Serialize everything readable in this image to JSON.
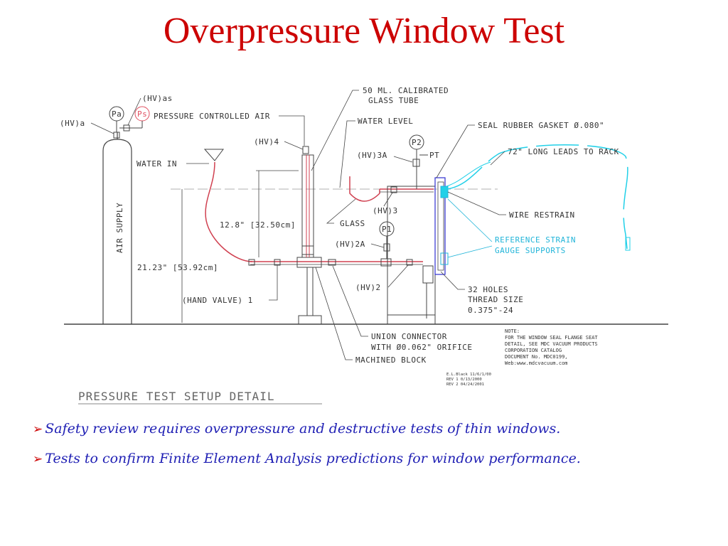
{
  "slide": {
    "title": "Overpressure Window Test"
  },
  "diagram": {
    "caption": "PRESSURE TEST SETUP DETAIL",
    "labels": {
      "hv_as": "(HV)as",
      "pa": "Pa",
      "ps": "Ps",
      "hv_a": "(HV)a",
      "pressure_controlled_air": "PRESSURE CONTROLLED AIR",
      "calibrated_tube_1": "50 ML. CALIBRATED",
      "calibrated_tube_2": "GLASS TUBE",
      "water_level": "WATER LEVEL",
      "seal_rubber_gasket": "SEAL RUBBER GASKET Ø.080\"",
      "hv4": "(HV)4",
      "p2": "P2",
      "pt": "PT",
      "hv3a": "(HV)3A",
      "long_leads": "72\" LONG LEADS TO RACK",
      "water_in": "WATER IN",
      "air_supply": "AIR SUPPLY",
      "dim_12_8": "12.8\" [32.50cm]",
      "hv3": "(HV)3",
      "glass": "GLASS",
      "wire_restrain": "WIRE RESTRAIN",
      "p1": "P1",
      "ref_strain_1": "REFERENCE STRAIN",
      "ref_strain_2": "GAUGE SUPPORTS",
      "hv2a": "(HV)2A",
      "dim_21_23": "21.23\" [53.92cm]",
      "hv2": "(HV)2",
      "holes_1": "32 HOLES",
      "holes_2": "THREAD SIZE",
      "holes_3": "0.375\"-24",
      "hand_valve": "(HAND VALVE) 1",
      "union_1": "UNION CONNECTOR",
      "union_2": "WITH Ø0.062\" ORIFICE",
      "machined_block": "MACHINED BLOCK",
      "note_1": "NOTE:",
      "note_2": "FOR THE WINDOW SEAL FLANGE SEAT",
      "note_3": "DETAIL, SEE MDC VACUUM PRODUCTS",
      "note_4": "CORPORATION CATALOG",
      "note_5": "DOCUMENT No. MDC0199,",
      "note_6": "Web:www.mdcvacuum.com",
      "rev_1": "E.L.Black 11/6/1/00",
      "rev_2": "REV 1 0/13/2000",
      "rev_3": "REV 2 04/24/2001"
    },
    "colors": {
      "line": "#444444",
      "pipe": "#d04050",
      "cyan": "#22d0e8",
      "blue": "#3030d0",
      "ps_red": "#e05060"
    }
  },
  "bullets": [
    "Safety review requires overpressure and destructive tests of thin windows.",
    "Tests to confirm Finite Element Analysis predictions for window performance."
  ],
  "bullet_marker": "➢"
}
